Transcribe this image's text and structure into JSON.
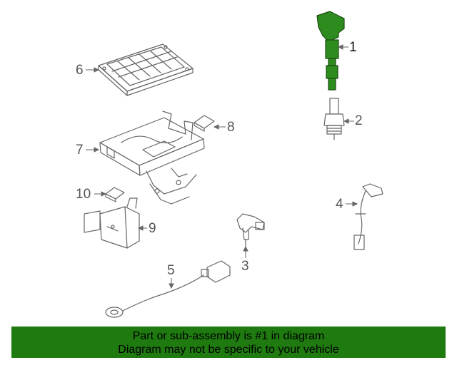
{
  "callouts": {
    "c1": "1",
    "c2": "2",
    "c3": "3",
    "c4": "4",
    "c5": "5",
    "c6": "6",
    "c7": "7",
    "c8": "8",
    "c9": "9",
    "c10": "10"
  },
  "banner": {
    "line1": "Part or sub-assembly is #1 in diagram",
    "line2": "Diagram may not be specific to your vehicle"
  },
  "colors": {
    "highlight_part": "#2e8b1e",
    "banner_background": "#1f7a10",
    "line_art": "#666666"
  }
}
